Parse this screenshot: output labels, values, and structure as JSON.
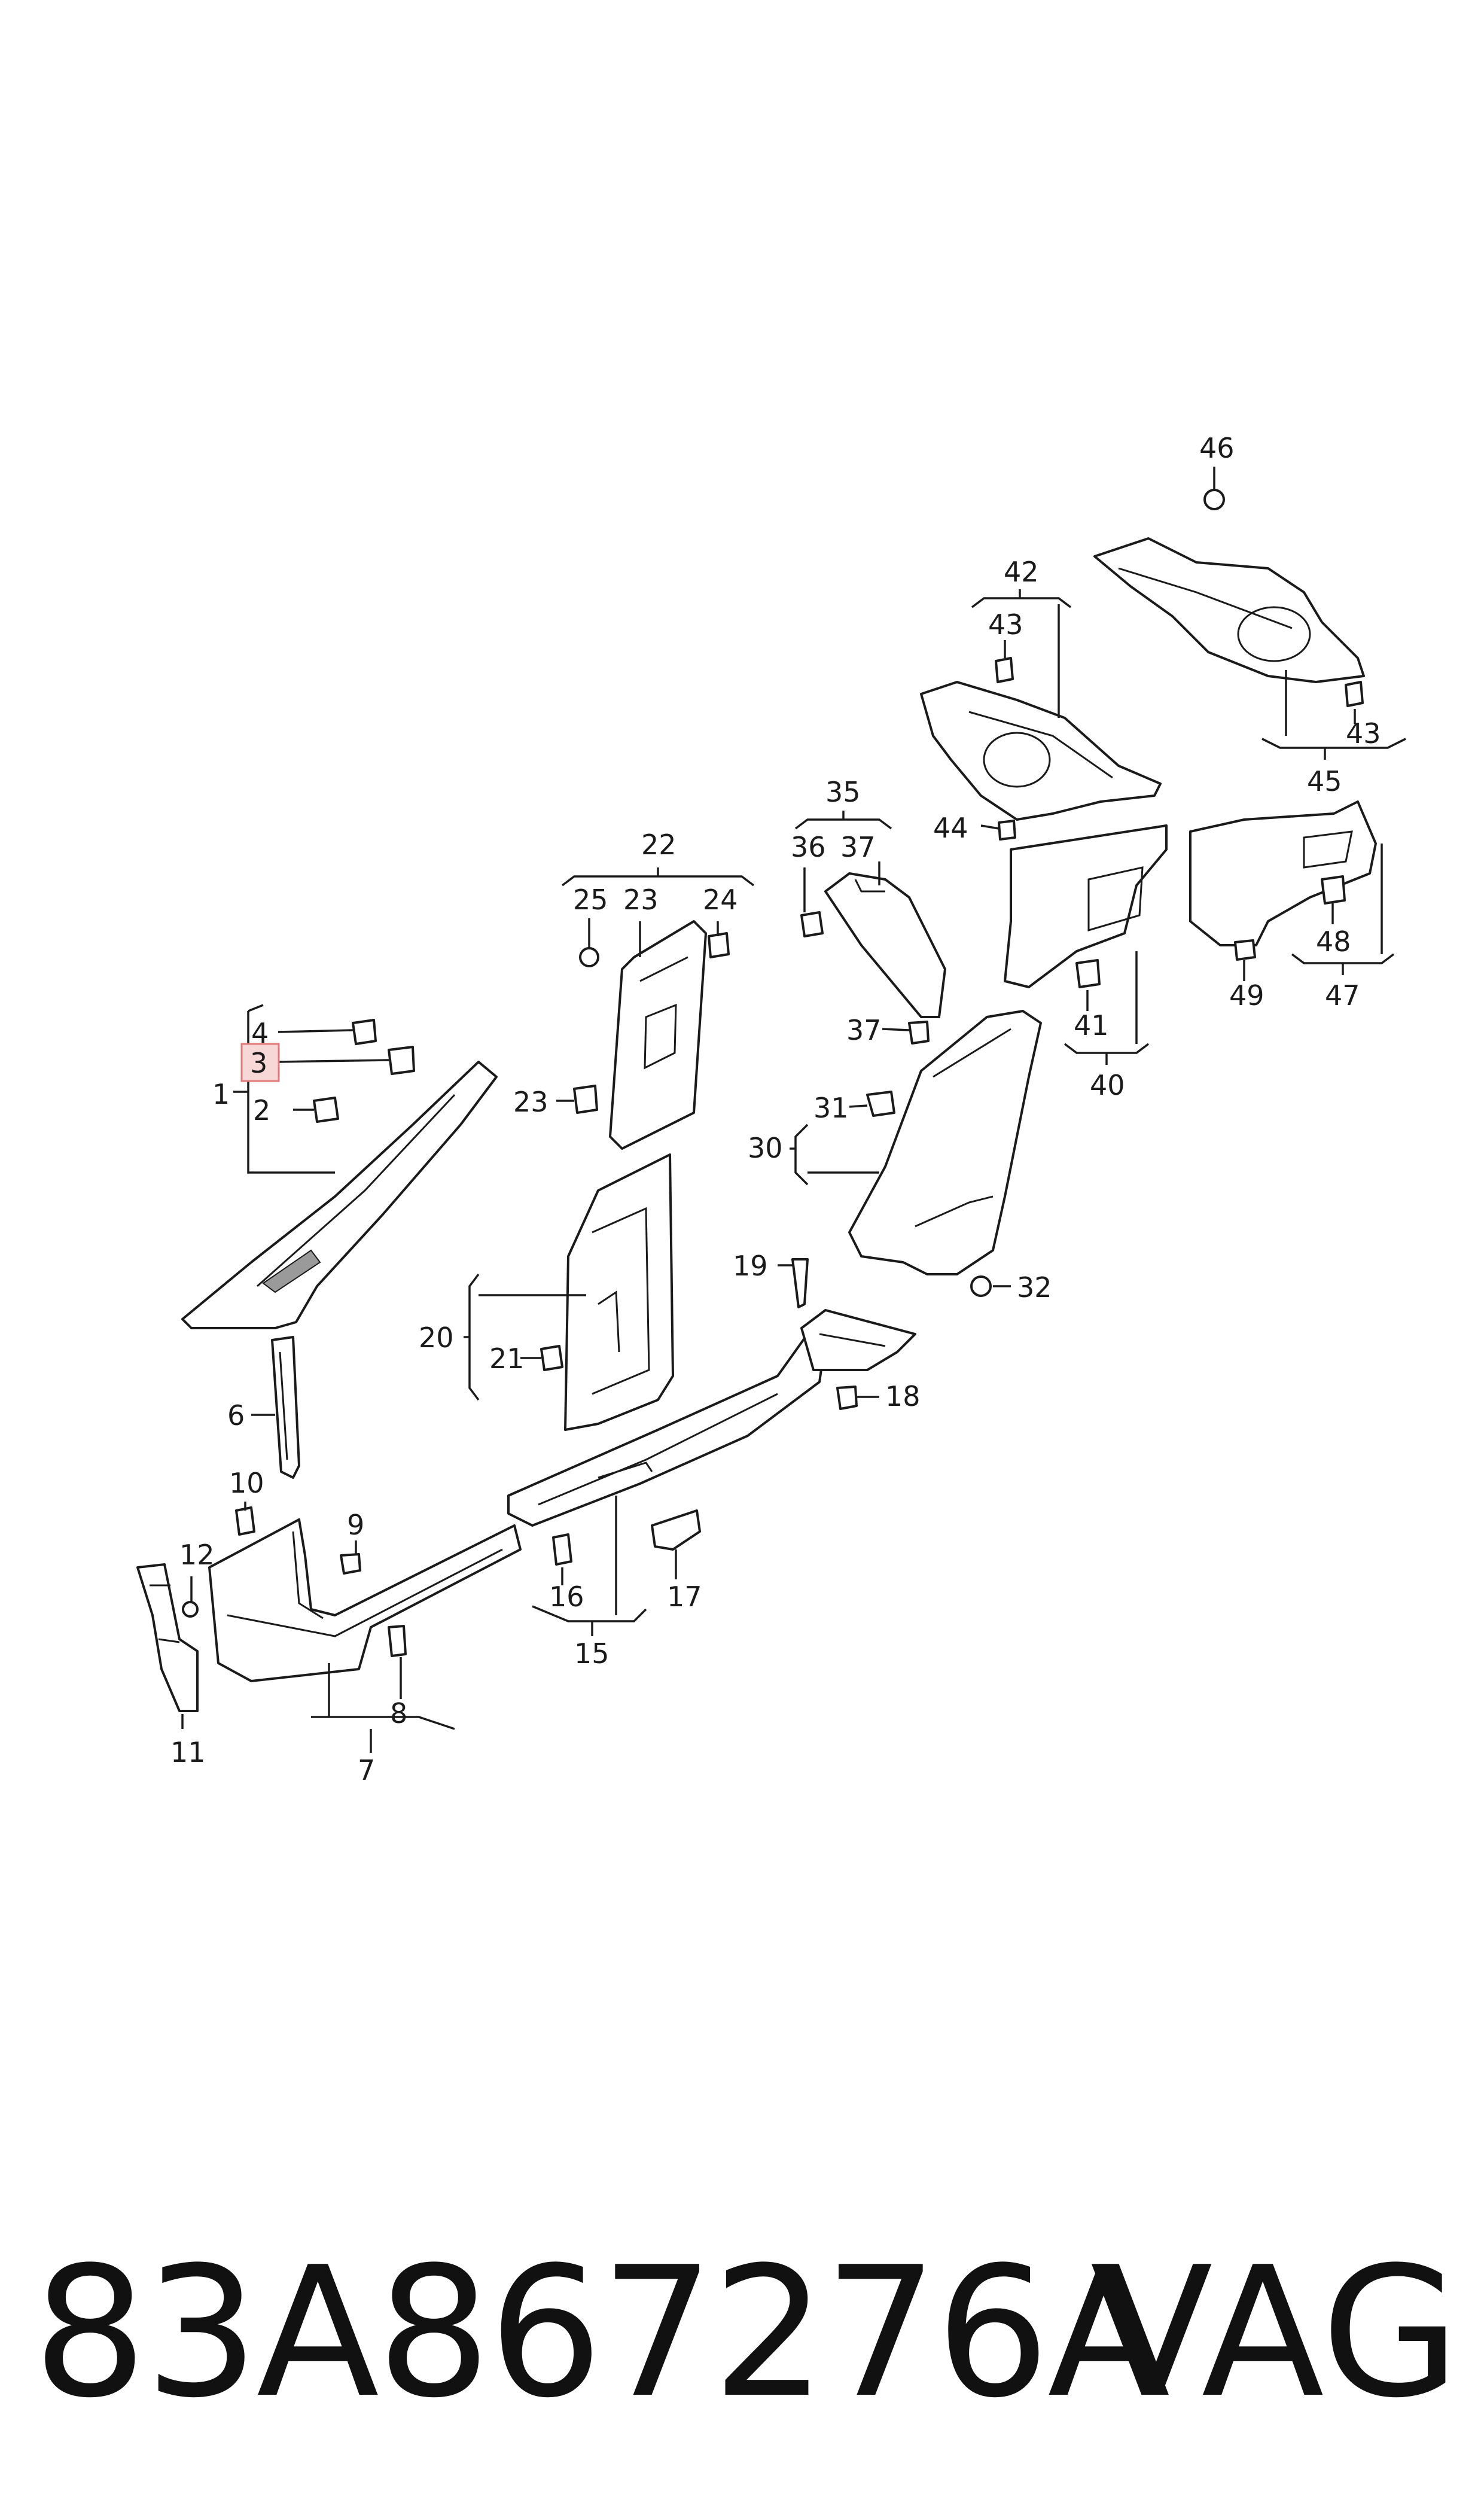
{
  "callouts": {
    "c1": "1",
    "c2": "2",
    "c3": "3",
    "c4": "4",
    "c6": "6",
    "c7": "7",
    "c8": "8",
    "c9": "9",
    "c10": "10",
    "c11": "11",
    "c12": "12",
    "c15": "15",
    "c16": "16",
    "c17": "17",
    "c18": "18",
    "c19": "19",
    "c20": "20",
    "c21": "21",
    "c22": "22",
    "c23a": "23",
    "c23b": "23",
    "c24": "24",
    "c25": "25",
    "c30": "30",
    "c31": "31",
    "c32": "32",
    "c35": "35",
    "c36": "36",
    "c37a": "37",
    "c37b": "37",
    "c40": "40",
    "c41": "41",
    "c42": "42",
    "c43a": "43",
    "c43b": "43",
    "c44": "44",
    "c45": "45",
    "c46": "46",
    "c47": "47",
    "c48": "48",
    "c49": "49"
  },
  "highlighted_callout": "3",
  "footer": {
    "part_number": "83A867276A",
    "brand": "VAG"
  },
  "colors": {
    "line": "#1a1a1a",
    "highlight_fill": "#f8d7d7",
    "highlight_stroke": "#e07a7a"
  }
}
